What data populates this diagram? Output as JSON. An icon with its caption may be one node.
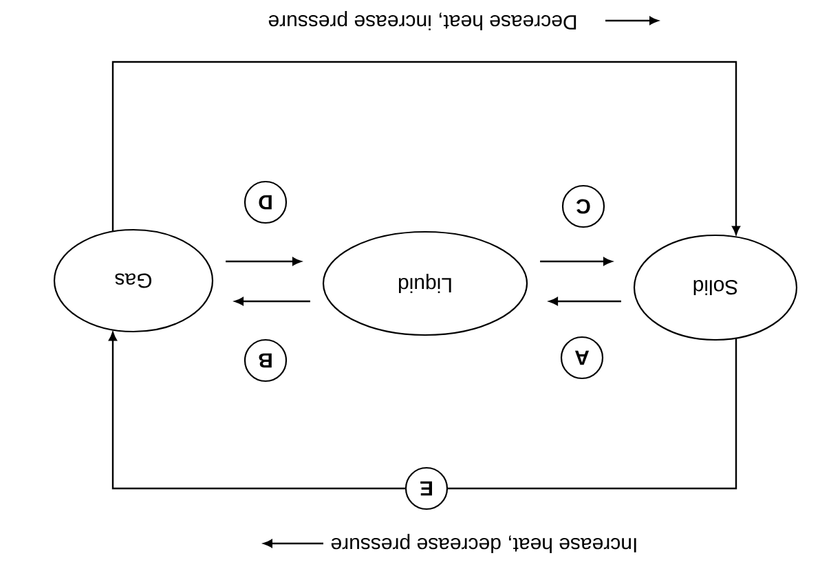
{
  "diagram": {
    "nodes": [
      {
        "text": [
          "Solid"
        ]
      },
      {
        "text": [
          "Liquid"
        ]
      },
      {
        "text": [
          "Gas"
        ]
      }
    ],
    "edges": [
      {
        "from": 0,
        "to": 1,
        "arrow": "to",
        "label": "A"
      },
      {
        "from": 1,
        "to": 0,
        "arrow": "to",
        "label": "C"
      },
      {
        "from": 1,
        "to": 2,
        "arrow": "to",
        "label": "B"
      },
      {
        "from": 2,
        "to": 1,
        "arrow": "to",
        "label": "D"
      },
      {
        "from": 0,
        "to": 2,
        "arrow": "to",
        "label": "E"
      },
      {
        "from": 2,
        "to": 0,
        "arrow": "to"
      }
    ],
    "labels": [
      "Decrease heat, increase pressure",
      "Increase heat, decrease pressure"
    ]
  }
}
